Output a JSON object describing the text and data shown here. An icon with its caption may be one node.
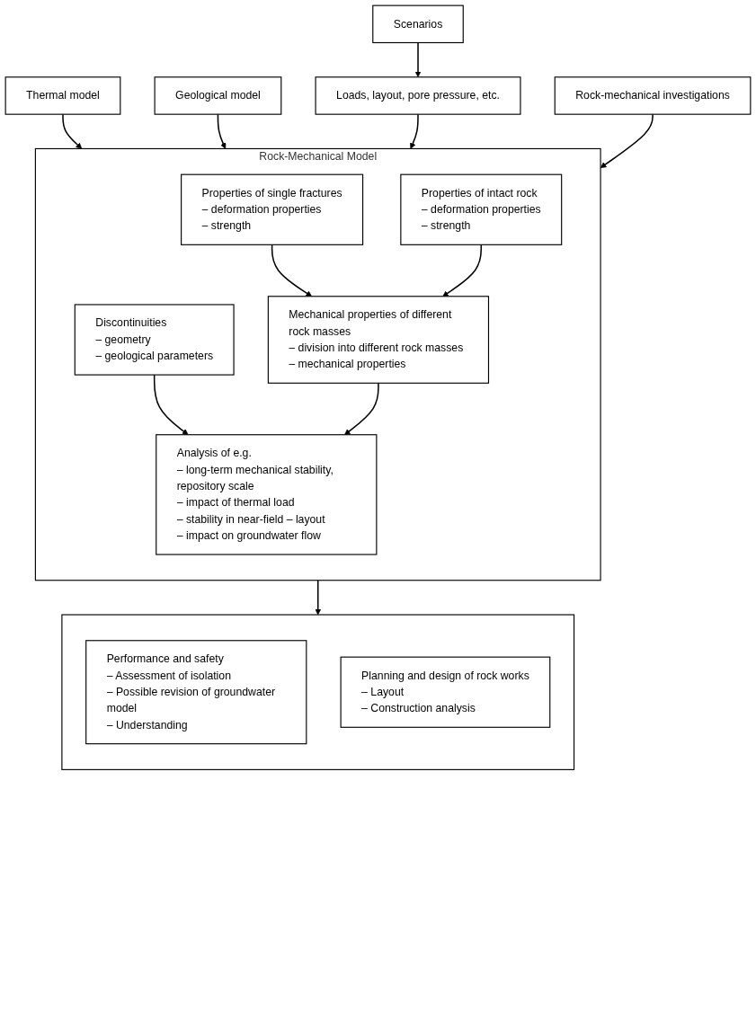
{
  "diagram": {
    "nodes": [
      {
        "text": [
          "Thermal model"
        ]
      },
      {
        "text": [
          "Geological model"
        ]
      },
      {
        "text": [
          "Scenarios"
        ]
      },
      {
        "text": [
          "Loads, layout, pore pressure, etc."
        ]
      },
      {
        "text": [
          "Rock-mechanical investigations"
        ]
      },
      {
        "text": [
          "Rock-Mechanical Model"
        ]
      },
      {
        "text": [
          "Discontinuities",
          "– geometry",
          "– geological parameters"
        ],
        "in": 5
      },
      {
        "text": [
          "Properties of single fractures",
          "– deformation properties",
          "– strength"
        ],
        "in": 5
      },
      {
        "text": [
          "Properties of intact rock",
          "– deformation properties",
          "– strength"
        ],
        "in": 5
      },
      {
        "text": [
          "Mechanical properties of different rock masses",
          "– division into different rock masses",
          "– mechanical properties"
        ],
        "in": 5
      },
      {
        "text": [
          "Analysis of e.g.",
          "– long-term mechanical stability, repository scale",
          "– impact of thermal load",
          "– stability in near-field – layout",
          "– impact on groundwater flow"
        ],
        "in": 5
      },
      {
        "text": [],
        "shape": "box"
      },
      {
        "text": [
          "Performance and safety",
          "– Assessment of isolation",
          "– Possible revision of groundwater model",
          "– Understanding"
        ],
        "in": 11
      },
      {
        "text": [
          "Planning and design of rock works",
          "– Layout",
          "– Construction analysis"
        ],
        "in": 11
      }
    ],
    "edges": [
      {
        "from": 0,
        "to": 5,
        "arrow": "to"
      },
      {
        "from": 1,
        "to": 5,
        "arrow": "to"
      },
      {
        "from": 2,
        "to": 3,
        "arrow": "to"
      },
      {
        "from": 3,
        "to": 5,
        "arrow": "to"
      },
      {
        "from": 4,
        "to": 5,
        "arrow": "to"
      },
      {
        "from": 7,
        "to": 9,
        "arrow": "to"
      },
      {
        "from": 8,
        "to": 9,
        "arrow": "to"
      },
      {
        "from": 6,
        "to": 10,
        "arrow": "to"
      },
      {
        "from": 9,
        "to": 10,
        "arrow": "to"
      },
      {
        "from": 5,
        "to": 11,
        "arrow": "to"
      }
    ]
  }
}
